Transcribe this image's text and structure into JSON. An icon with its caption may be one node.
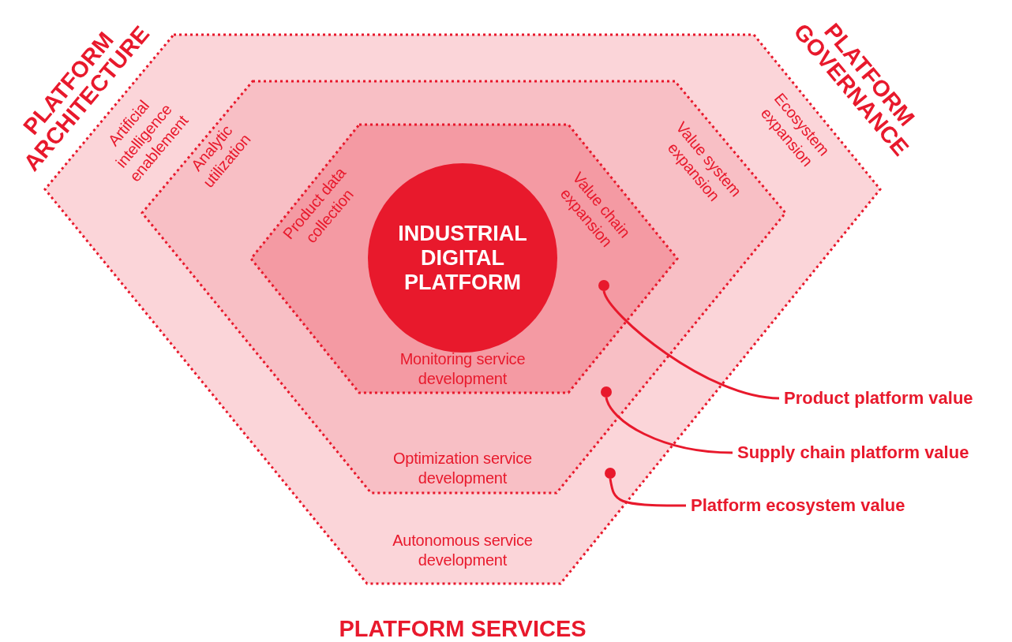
{
  "diagram": {
    "nodes": [
      {
        "text": [
          "Artificial intelligence enablement",
          "Ecosystem expansion",
          "Autonomous service development"
        ]
      },
      {
        "text": [
          "Analytic utilization",
          "Value system expansion",
          "Optimization service development"
        ],
        "in": 0
      },
      {
        "text": [
          "Product data collection",
          "Value chain expansion",
          "Monitoring service development"
        ],
        "in": 1
      },
      {
        "text": [
          "INDUSTRIAL DIGITAL PLATFORM"
        ],
        "in": 2
      },
      {
        "text": [],
        "shape": "circle",
        "in": 2
      },
      {
        "text": [],
        "shape": "circle",
        "in": 1
      },
      {
        "text": [],
        "shape": "circle",
        "in": 0
      },
      {
        "text": [
          "Product platform value"
        ]
      },
      {
        "text": [
          "Supply chain platform value"
        ]
      },
      {
        "text": [
          "Platform ecosystem value"
        ]
      }
    ],
    "edges": [
      {
        "from": 7,
        "to": 4,
        "arrow": "none"
      },
      {
        "from": 8,
        "to": 5,
        "arrow": "none"
      },
      {
        "from": 9,
        "to": 6,
        "arrow": "none"
      }
    ],
    "labels": [
      "PLATFORM ARCHITECTURE",
      "PLATFORM GOVERNANCE",
      "PLATFORM SERVICES"
    ]
  }
}
